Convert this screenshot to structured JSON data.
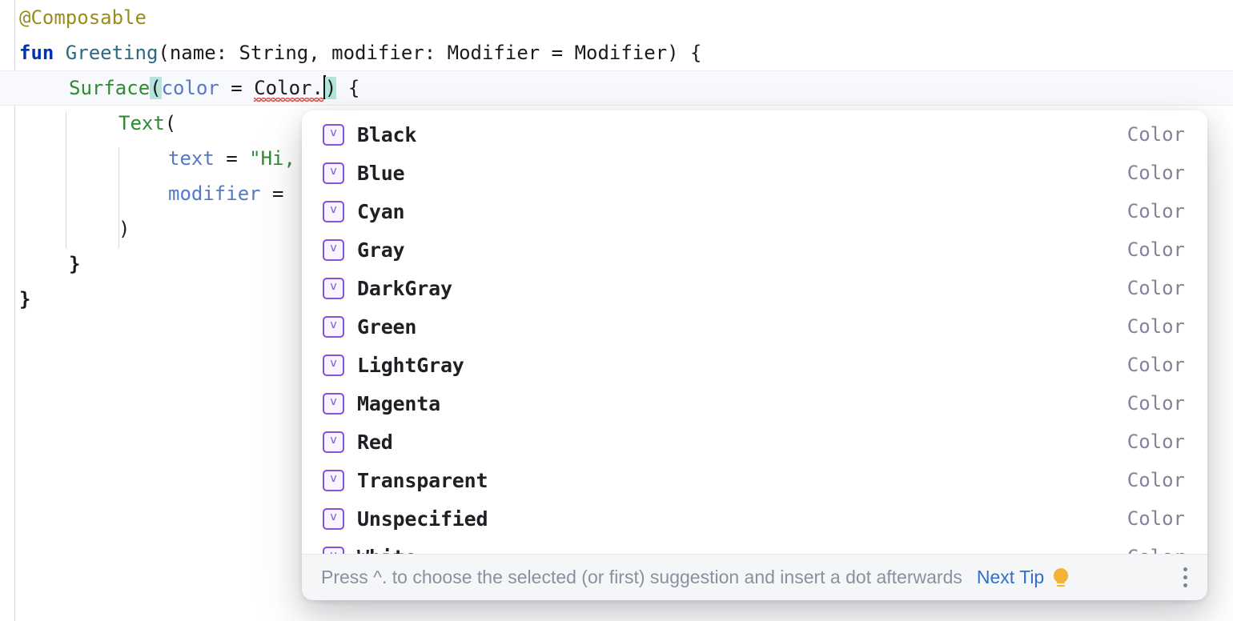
{
  "editor": {
    "language": "Kotlin",
    "lines": [
      {
        "indent": 0,
        "tokens": [
          {
            "t": "@Composable",
            "c": "annotation"
          }
        ]
      },
      {
        "indent": 0,
        "tokens": [
          {
            "t": "fun ",
            "c": "keyword"
          },
          {
            "t": "Greeting",
            "c": "fnname"
          },
          {
            "t": "(name: String, modifier: Modifier = Modifier) {",
            "c": "plain"
          }
        ]
      },
      {
        "indent": 1,
        "current": true,
        "tokens": [
          {
            "t": "Surface",
            "c": "fncall"
          },
          {
            "t": "(",
            "c": "brace-hl"
          },
          {
            "t": "color",
            "c": "named"
          },
          {
            "t": " = ",
            "c": "plain"
          },
          {
            "t": "Color.",
            "c": "error"
          },
          {
            "t": "caret",
            "c": "caret"
          },
          {
            "t": ")",
            "c": "brace-hl"
          },
          {
            "t": " {",
            "c": "plain"
          }
        ]
      },
      {
        "indent": 2,
        "tokens": [
          {
            "t": "Text",
            "c": "fncall"
          },
          {
            "t": "(",
            "c": "plain"
          }
        ]
      },
      {
        "indent": 3,
        "tokens": [
          {
            "t": "text",
            "c": "named"
          },
          {
            "t": " = ",
            "c": "plain"
          },
          {
            "t": "\"Hi,",
            "c": "string"
          }
        ]
      },
      {
        "indent": 3,
        "tokens": [
          {
            "t": "modifier",
            "c": "named"
          },
          {
            "t": " = ",
            "c": "plain"
          }
        ]
      },
      {
        "indent": 2,
        "tokens": [
          {
            "t": ")",
            "c": "plain"
          }
        ]
      },
      {
        "indent": 1,
        "tokens": [
          {
            "t": "}",
            "c": "brace"
          }
        ]
      },
      {
        "indent": 0,
        "tokens": [
          {
            "t": "}",
            "c": "brace"
          }
        ]
      }
    ]
  },
  "completion": {
    "type_column_header": "Color",
    "icon_name": "property-value-icon",
    "icon_glyph": "v",
    "selected_index": 0,
    "items": [
      {
        "label": "Black",
        "type": "Color"
      },
      {
        "label": "Blue",
        "type": "Color"
      },
      {
        "label": "Cyan",
        "type": "Color"
      },
      {
        "label": "Gray",
        "type": "Color"
      },
      {
        "label": "DarkGray",
        "type": "Color"
      },
      {
        "label": "Green",
        "type": "Color"
      },
      {
        "label": "LightGray",
        "type": "Color"
      },
      {
        "label": "Magenta",
        "type": "Color"
      },
      {
        "label": "Red",
        "type": "Color"
      },
      {
        "label": "Transparent",
        "type": "Color"
      },
      {
        "label": "Unspecified",
        "type": "Color"
      },
      {
        "label": "White",
        "type": "Color"
      }
    ],
    "status": {
      "hint": "Press ^. to choose the selected (or first) suggestion and insert a dot afterwards",
      "next_tip_label": "Next Tip",
      "bulb_icon": "lightbulb-icon",
      "more_icon": "kebab-menu-icon"
    }
  },
  "colors": {
    "accent_icon": "#7f52e0",
    "link": "#2f6fd0",
    "selection": "#dcdee3",
    "bulb": "#f5b335",
    "current_line": "#f7f9fc",
    "bracket_match": "#b2e6dc",
    "error_squiggle": "#e24b4b",
    "keyword": "#0033b3",
    "annotation": "#9b8b1f",
    "function": "#2e8b30",
    "named_arg": "#5579c6",
    "type_label": "#81849a"
  }
}
